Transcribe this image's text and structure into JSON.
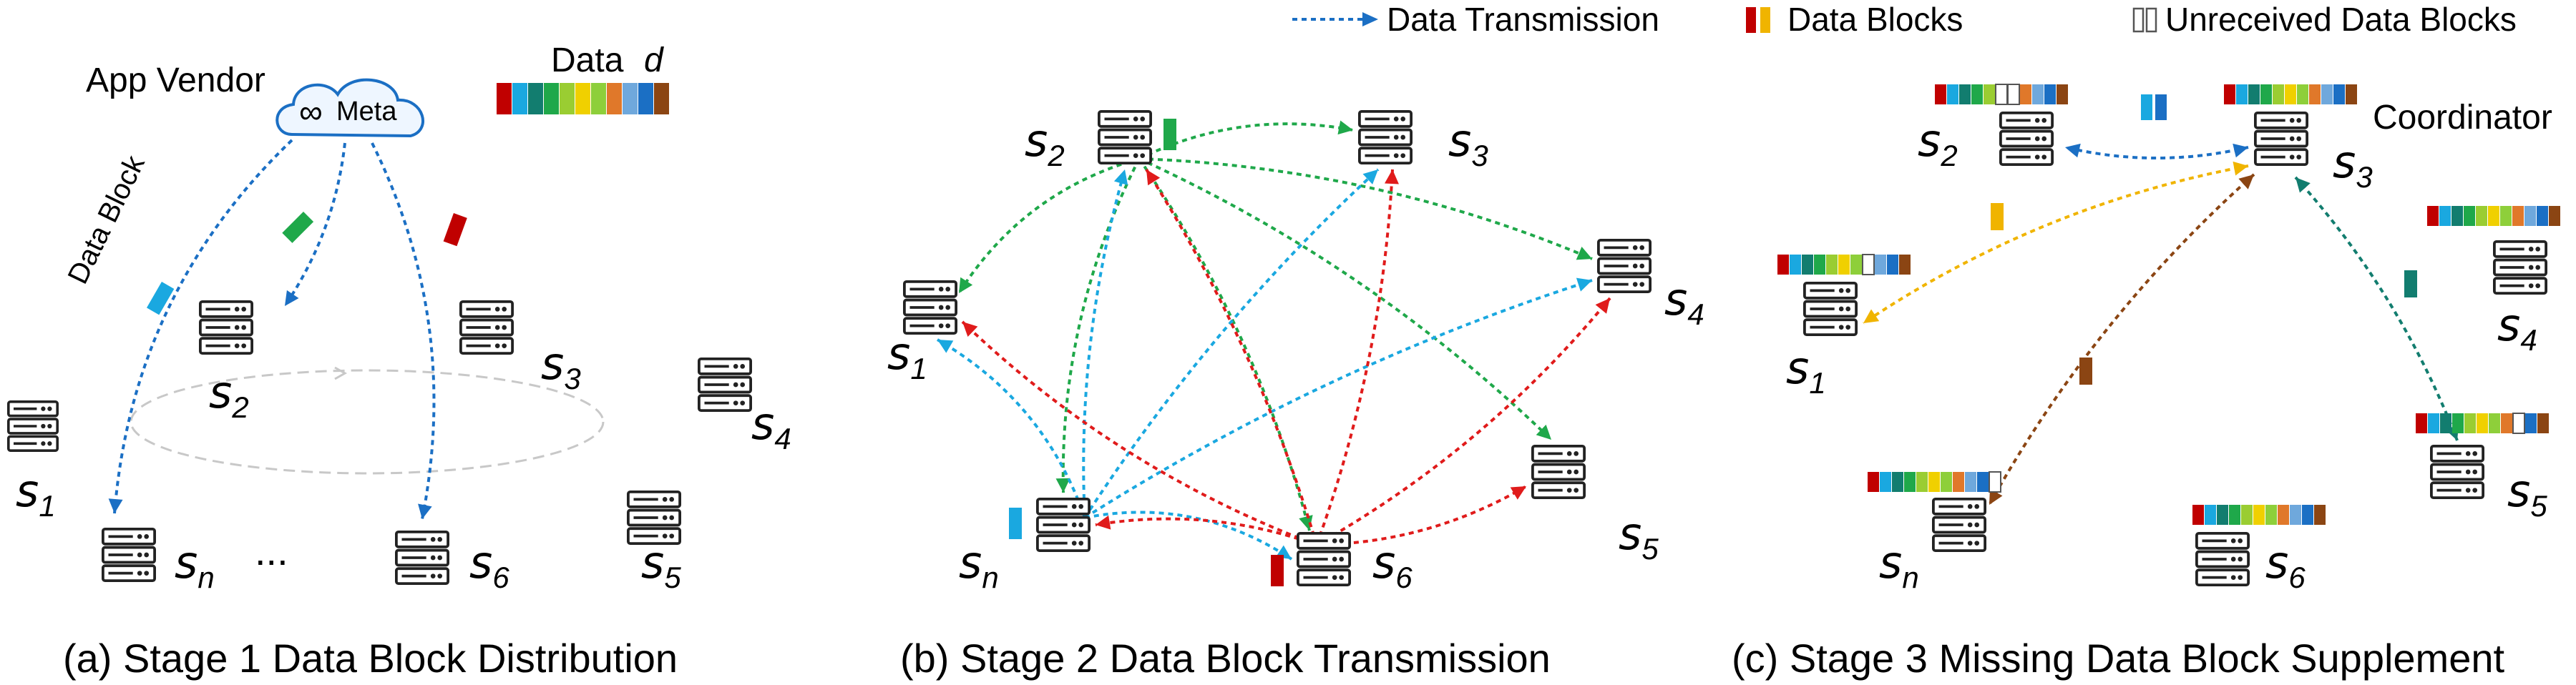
{
  "legend": {
    "transmission": "Data Transmission",
    "blocks": "Data Blocks",
    "unreceived": "Unreceived Data Blocks"
  },
  "colors": {
    "arrow_blue": "#1b6fc4",
    "arrow_cyan": "#1aa8e0",
    "arrow_green": "#1fa84a",
    "arrow_red": "#e01b1b",
    "arrow_yellow": "#f0b400",
    "arrow_brown": "#8b4513",
    "arrow_teal": "#127d6f",
    "arrow_gray": "#c8c8c8",
    "block_palette": [
      "#c00000",
      "#1aa8e0",
      "#127d6f",
      "#1fa84a",
      "#9acd32",
      "#f0d000",
      "#8ecf3a",
      "#e0782a",
      "#6fa8dc",
      "#1b6fc4",
      "#8b4513"
    ]
  },
  "panel_a": {
    "caption": "(a) Stage 1 Data Block Distribution",
    "vendor_label": "App Vendor",
    "cloud_logo": "∞",
    "cloud_text": "Meta",
    "data_label": "Data",
    "data_symbol": "d",
    "data_block_label": "Data Block",
    "ellipsis": "...",
    "nodes": [
      {
        "name": "s",
        "sub": "1"
      },
      {
        "name": "s",
        "sub": "2"
      },
      {
        "name": "s",
        "sub": "3"
      },
      {
        "name": "s",
        "sub": "4"
      },
      {
        "name": "s",
        "sub": "5"
      },
      {
        "name": "s",
        "sub": "6"
      },
      {
        "name": "s",
        "sub": "n"
      }
    ]
  },
  "panel_b": {
    "caption": "(b) Stage 2 Data Block Transmission",
    "nodes": [
      {
        "name": "s",
        "sub": "1"
      },
      {
        "name": "s",
        "sub": "2"
      },
      {
        "name": "s",
        "sub": "3"
      },
      {
        "name": "s",
        "sub": "4"
      },
      {
        "name": "s",
        "sub": "5"
      },
      {
        "name": "s",
        "sub": "6"
      },
      {
        "name": "s",
        "sub": "n"
      }
    ]
  },
  "panel_c": {
    "caption": "(c) Stage 3 Missing Data Block Supplement",
    "coordinator_label": "Coordinator",
    "nodes": [
      {
        "name": "s",
        "sub": "1"
      },
      {
        "name": "s",
        "sub": "2"
      },
      {
        "name": "s",
        "sub": "3"
      },
      {
        "name": "s",
        "sub": "4"
      },
      {
        "name": "s",
        "sub": "5"
      },
      {
        "name": "s",
        "sub": "6"
      },
      {
        "name": "s",
        "sub": "n"
      }
    ]
  }
}
